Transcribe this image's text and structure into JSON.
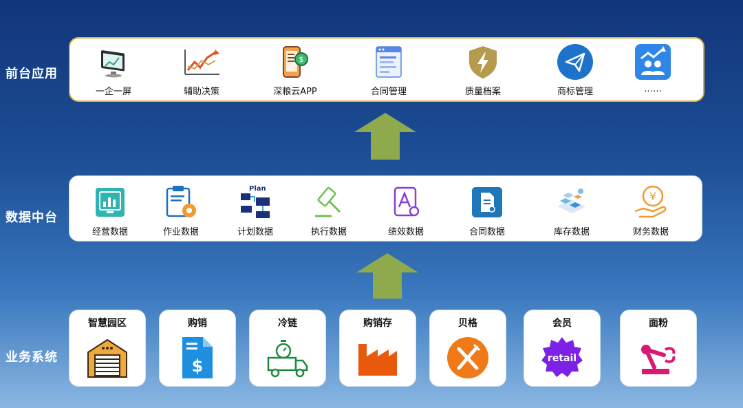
{
  "layers": {
    "front": "前台应用",
    "data": "数据中台",
    "business": "业务系统"
  },
  "front_apps": [
    {
      "label": "一企一屏",
      "icon": "monitor-icon"
    },
    {
      "label": "辅助决策",
      "icon": "trend-chart-icon"
    },
    {
      "label": "深粮云APP",
      "icon": "mobile-app-icon"
    },
    {
      "label": "合同管理",
      "icon": "contract-document-icon"
    },
    {
      "label": "质量档案",
      "icon": "shield-bolt-icon"
    },
    {
      "label": "商标管理",
      "icon": "paper-plane-icon"
    },
    {
      "label": "……",
      "icon": "users-growth-icon"
    }
  ],
  "data_items": [
    {
      "label": "经营数据",
      "icon": "dashboard-chart-icon"
    },
    {
      "label": "作业数据",
      "icon": "clipboard-gear-icon"
    },
    {
      "label": "计划数据",
      "icon": "plan-flow-icon",
      "icon_text": "Plan"
    },
    {
      "label": "执行数据",
      "icon": "gavel-icon"
    },
    {
      "label": "绩效数据",
      "icon": "performance-a-icon"
    },
    {
      "label": "合同数据",
      "icon": "contract-file-icon"
    },
    {
      "label": "库存数据",
      "icon": "isometric-warehouse-icon"
    },
    {
      "label": "财务数据",
      "icon": "yen-hand-icon",
      "icon_text": "¥"
    }
  ],
  "business_systems": [
    {
      "label": "智慧园区",
      "icon": "warehouse-icon"
    },
    {
      "label": "购销",
      "icon": "dollar-document-icon",
      "icon_text": "$"
    },
    {
      "label": "冷链",
      "icon": "refrigerated-truck-icon"
    },
    {
      "label": "购销存",
      "icon": "factory-icon"
    },
    {
      "label": "贝格",
      "icon": "fork-knife-icon"
    },
    {
      "label": "会员",
      "icon": "retail-badge-icon",
      "icon_text": "retail"
    },
    {
      "label": "面粉",
      "icon": "robot-arm-icon"
    }
  ],
  "colors": {
    "arrow": "#8faa4c",
    "front_border": "#d9b43c"
  }
}
